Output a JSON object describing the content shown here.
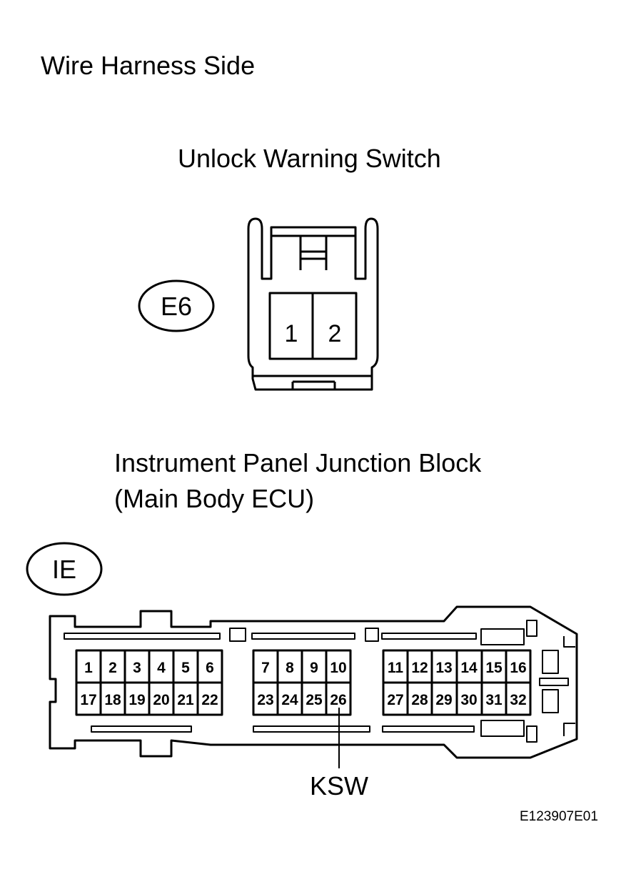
{
  "page_title": "Wire Harness Side",
  "connectors": [
    {
      "id": "E6",
      "name": "Unlock Warning Switch",
      "pins": [
        "1",
        "2"
      ]
    },
    {
      "id": "IE",
      "name_line1": "Instrument Panel Junction Block",
      "name_line2": "(Main Body ECU)",
      "pin_groups": [
        {
          "top": [
            "1",
            "2",
            "3",
            "4",
            "5",
            "6"
          ],
          "bottom": [
            "17",
            "18",
            "19",
            "20",
            "21",
            "22"
          ]
        },
        {
          "top": [
            "7",
            "8",
            "9",
            "10"
          ],
          "bottom": [
            "23",
            "24",
            "25",
            "26"
          ]
        },
        {
          "top": [
            "11",
            "12",
            "13",
            "14",
            "15",
            "16"
          ],
          "bottom": [
            "27",
            "28",
            "29",
            "30",
            "31",
            "32"
          ]
        }
      ],
      "callout": {
        "pin": "26",
        "label": "KSW"
      }
    }
  ],
  "figure_id": "E123907E01"
}
